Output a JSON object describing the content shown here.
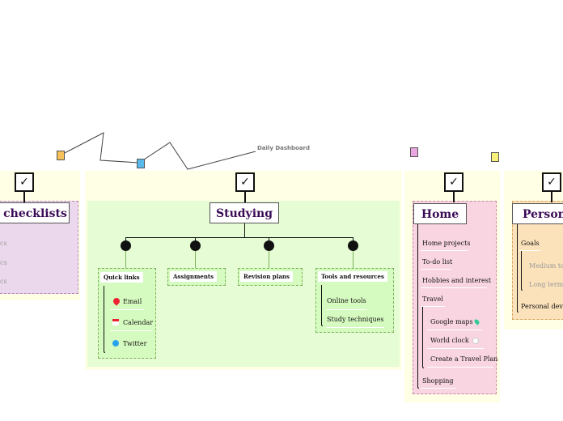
{
  "header": {
    "title": "Daily Dashboard"
  },
  "panels": {
    "checklists": {
      "title": "y checklists",
      "check": "✓",
      "items": [
        "cs",
        "cs",
        "cs"
      ]
    },
    "studying": {
      "title": "Studying",
      "check": "✓",
      "groups": [
        {
          "header": "Quick links",
          "items": [
            "Email",
            "Calendar",
            "Twitter"
          ]
        },
        {
          "header": "Assignments",
          "items": []
        },
        {
          "header": "Revision plans",
          "items": []
        },
        {
          "header": "Tools and resources",
          "items": [
            "Online tools",
            "Study techniques"
          ]
        }
      ]
    },
    "home": {
      "title": "Home",
      "check": "✓",
      "items": [
        "Home projects",
        "To-do list",
        "Hobbies and interest",
        "Travel"
      ],
      "travel_items": [
        "Google maps",
        "World clock",
        "Create a Travel Plan"
      ],
      "last_item": "Shopping"
    },
    "personal": {
      "title": "Persona",
      "check": "✓",
      "items": [
        "Goals"
      ],
      "goal_items": [
        "Medium te",
        "Long term"
      ],
      "last_item": "Personal devel"
    }
  },
  "colors": {
    "panel_bg": "#ffffe6",
    "studying_zone": "#e6fcd4",
    "studying_group": "#d6fbc0",
    "checklists_zone": "#ecd8ec",
    "home_zone": "#f9d5e2",
    "personal_zone": "#fbe2bb",
    "title_text": "#3a0a55"
  },
  "icons": [
    "note-orange-icon",
    "note-blue-icon",
    "note-pink-icon",
    "note-yellow-icon",
    "pin-icon",
    "calendar-icon",
    "twitter-icon",
    "map-pin-icon",
    "clock-icon"
  ]
}
